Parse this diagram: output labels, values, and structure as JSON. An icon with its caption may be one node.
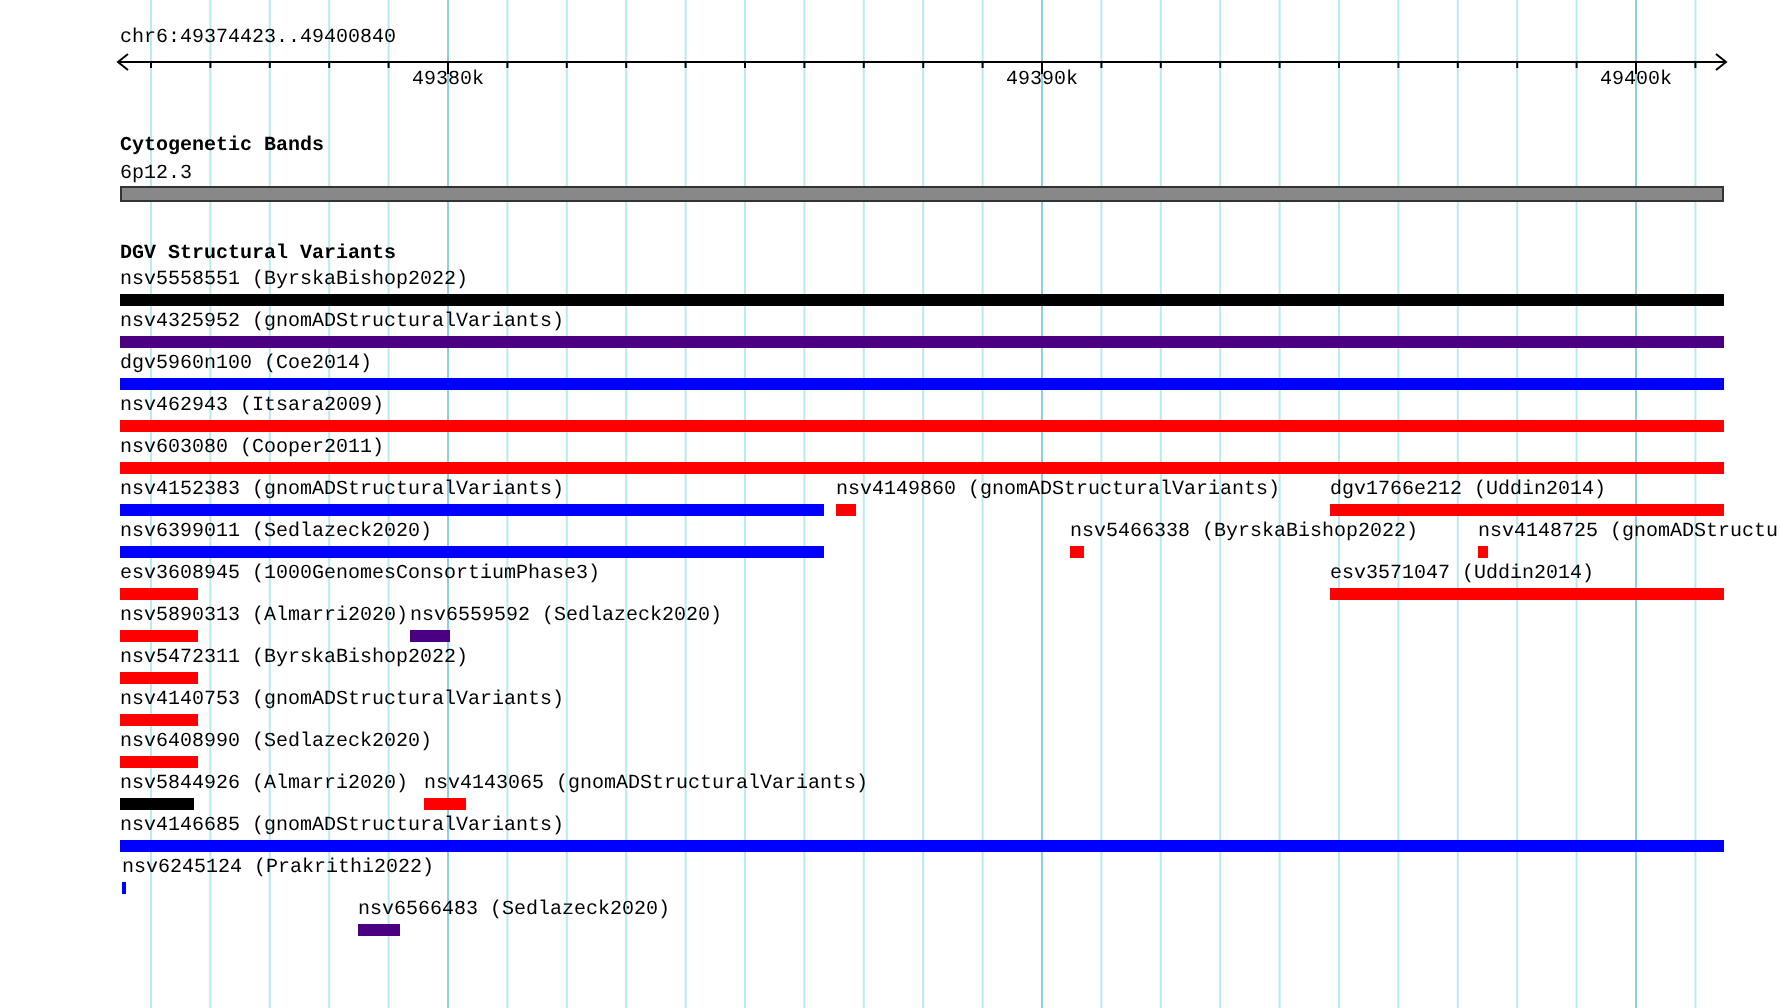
{
  "diagram": {
    "nodes": [
      {
        "text": [
          "6p12.3"
        ]
      },
      {
        "text": [
          "nsv5558551 (ByrskaBishop2022)"
        ]
      },
      {
        "text": [
          "nsv4325952 (gnomADStructuralVariants)"
        ]
      },
      {
        "text": [
          "dgv5960n100 (Coe2014)"
        ]
      },
      {
        "text": [
          "nsv462943 (Itsara2009)"
        ]
      },
      {
        "text": [
          "nsv603080 (Cooper2011)"
        ]
      },
      {
        "text": [
          "nsv4152383 (gnomADStructuralVariants)"
        ]
      },
      {
        "text": [
          "nsv4149860 (gnomADStructuralVariants)"
        ]
      },
      {
        "text": [
          "dgv1766e212 (Uddin2014)"
        ]
      },
      {
        "text": [
          "nsv6399011 (Sedlazeck2020)"
        ]
      },
      {
        "text": [
          "nsv5466338 (ByrskaBishop2022)"
        ]
      },
      {
        "text": [
          "nsv4148725 (gnomADStructu"
        ]
      },
      {
        "text": [
          "esv3608945 (1000GenomesConsortiumPhase3)"
        ]
      },
      {
        "text": [
          "esv3571047 (Uddin2014)"
        ]
      },
      {
        "text": [
          "nsv5890313 (Almarri2020)"
        ]
      },
      {
        "text": [
          "nsv6559592 (Sedlazeck2020)"
        ]
      },
      {
        "text": [
          "nsv5472311 (ByrskaBishop2022)"
        ]
      },
      {
        "text": [
          "nsv4140753 (gnomADStructuralVariants)"
        ]
      },
      {
        "text": [
          "nsv6408990 (Sedlazeck2020)"
        ]
      },
      {
        "text": [
          "nsv5844926 (Almarri2020)"
        ]
      },
      {
        "text": [
          "nsv4143065 (gnomADStructuralVariants)"
        ]
      },
      {
        "text": [
          "nsv4146685 (gnomADStructuralVariants)"
        ]
      },
      {
        "text": [
          "nsv6245124 (Prakrithi2022)"
        ]
      },
      {
        "text": [
          "nsv6566483 (Sedlazeck2020)"
        ]
      }
    ],
    "labels": [
      "chr6:49374423..49400840",
      "49380k",
      "49390k",
      "49400k",
      "Cytogenetic Bands",
      "DGV Structural Variants"
    ]
  }
}
